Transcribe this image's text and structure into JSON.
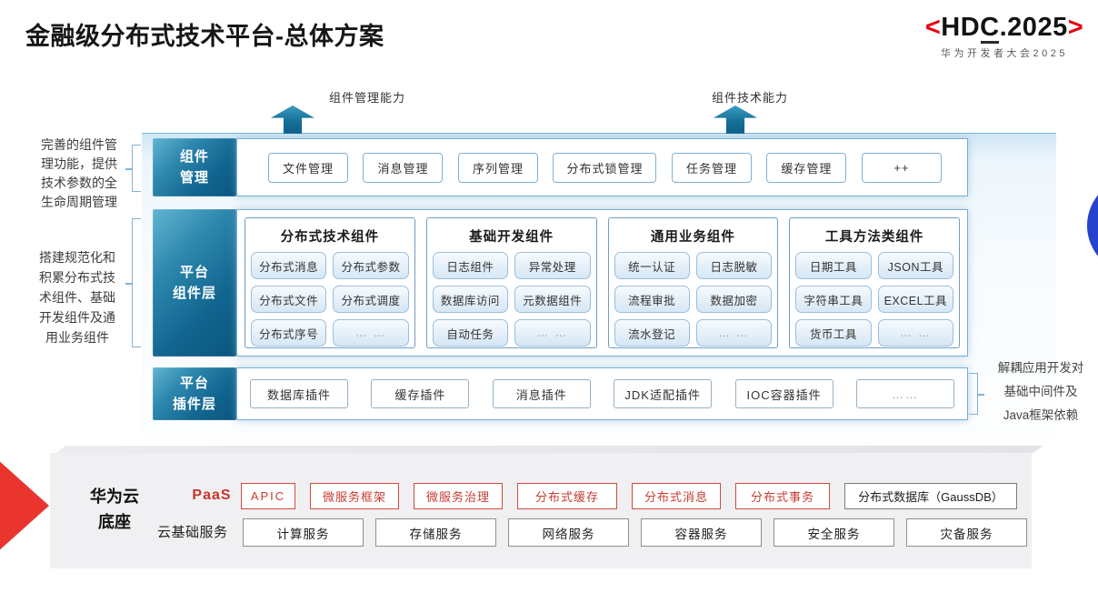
{
  "title": "金融级分布式技术平台-总体方案",
  "logo": {
    "lt": "<",
    "hd": "HD",
    "c": "C",
    "rest": ".2025",
    "gt": ">",
    "subtitle": "华为开发者大会2025"
  },
  "capability_labels": {
    "left": "组件管理能力",
    "right": "组件技术能力"
  },
  "notes": {
    "left_top": "完善的组件管\n理功能，提供\n技术参数的全\n生命周期管理",
    "left_bottom": "搭建规范化和\n积累分布式技\n术组件、基础\n开发组件及通\n用业务组件",
    "right": "解耦应用开发对\n基础中间件及\nJava框架依赖"
  },
  "component_mgmt": {
    "label": "组件\n管理",
    "items": [
      "文件管理",
      "消息管理",
      "序列管理",
      "分布式锁管理",
      "任务管理",
      "缓存管理",
      "++"
    ]
  },
  "platform_components": {
    "label": "平台\n组件层",
    "columns": [
      {
        "header": "分布式技术组件",
        "cells": [
          "分布式消息",
          "分布式参数",
          "分布式文件",
          "分布式调度",
          "分布式序号",
          "… …"
        ]
      },
      {
        "header": "基础开发组件",
        "cells": [
          "日志组件",
          "异常处理",
          "数据库访问",
          "元数据组件",
          "自动任务",
          "… …"
        ]
      },
      {
        "header": "通用业务组件",
        "cells": [
          "统一认证",
          "日志脱敏",
          "流程审批",
          "数据加密",
          "流水登记",
          "… …"
        ]
      },
      {
        "header": "工具方法类组件",
        "cells": [
          "日期工具",
          "JSON工具",
          "字符串工具",
          "EXCEL工具",
          "货币工具",
          "… …"
        ]
      }
    ]
  },
  "platform_plugins": {
    "label": "平台\n插件层",
    "items": [
      "数据库插件",
      "缓存插件",
      "消息插件",
      "JDK适配插件",
      "IOC容器插件",
      "……"
    ]
  },
  "foundation": {
    "label": "华为云\n底座",
    "paas_label": "PaaS",
    "paas_items": [
      "APIC",
      "微服务框架",
      "微服务治理",
      "分布式缓存",
      "分布式消息",
      "分布式事务"
    ],
    "paas_db": "分布式数据库（GaussDB）",
    "cloud_label": "云基础服务",
    "cloud_items": [
      "计算服务",
      "存储服务",
      "网络服务",
      "容器服务",
      "安全服务",
      "灾备服务"
    ]
  },
  "colors": {
    "teal_dark": "#0a567f",
    "teal_light": "#62b5d1",
    "accent_red": "#e9352e",
    "paas_red": "#c9342c",
    "logo_red": "#e60012",
    "circle_blue": "#2742cd"
  }
}
